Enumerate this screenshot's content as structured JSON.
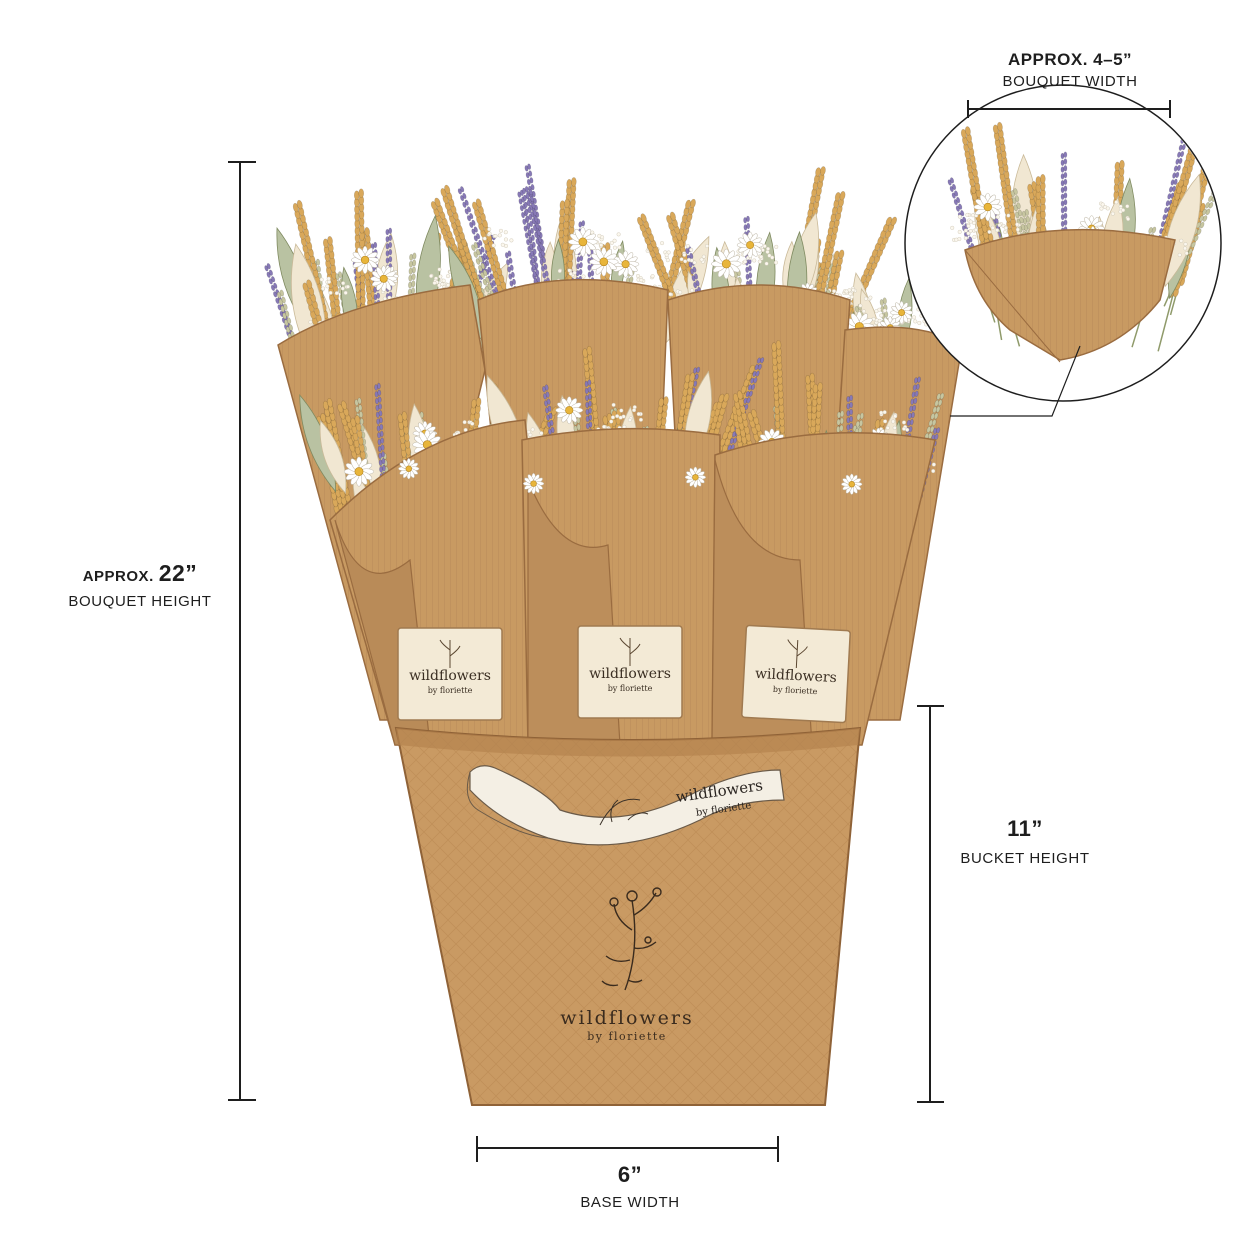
{
  "dimensions": {
    "bouquet_height": {
      "prefix": "APPROX.",
      "value": "22”",
      "label": "BOUQUET HEIGHT"
    },
    "bouquet_width": {
      "value": "APPROX. 4–5”",
      "label": "BOUQUET WIDTH"
    },
    "bucket_height": {
      "value": "11”",
      "label": "BUCKET HEIGHT"
    },
    "base_width": {
      "value": "6”",
      "label": "BASE WIDTH"
    }
  },
  "brand": {
    "name": "wildflowers",
    "byline": "by floriette"
  },
  "labels": [
    {
      "name": "wildflowers",
      "byline": "by floriette"
    },
    {
      "name": "wildflowers",
      "byline": "by floriette"
    },
    {
      "name": "wildflowers",
      "byline": "by floriette"
    }
  ],
  "ribbon": {
    "name": "wildflowers",
    "byline": "by floriette"
  },
  "colors": {
    "kraft": "#c89a62",
    "kraft_dark": "#a9784a",
    "kraft_light": "#d6ac75",
    "lavender": "#8779b6",
    "wheat": "#d9a85a",
    "bunny_tail": "#f1e7d2",
    "foliage": "#8f9a6a",
    "daisy_center": "#e8b53a",
    "ink": "#1e1e1e",
    "label_paper": "#f3ead6"
  }
}
